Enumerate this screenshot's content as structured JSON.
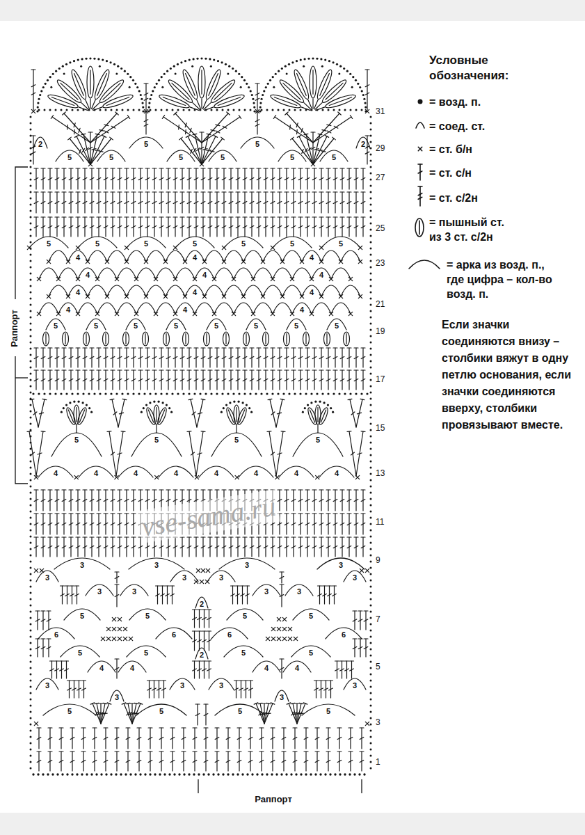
{
  "diagram": {
    "title": "Условные обозначения:",
    "labels": [
      "1",
      "3",
      "5",
      "7",
      "9",
      "11",
      "13",
      "15",
      "17",
      "19",
      "21",
      "23",
      "25",
      "27",
      "29",
      "31",
      "Раппорт",
      "Раппорт",
      "vse-sama.ru",
      "Если значки соединяются внизу – столбики вяжут в одну петлю основания, если значки соединяются вверху, столбики провязывают вместе.",
      "5",
      "5",
      "5",
      "5",
      "3",
      "3",
      "3",
      "3",
      "3",
      "3",
      "4",
      "4",
      "4",
      "4",
      "5",
      "5",
      "5",
      "5",
      "2",
      "6",
      "6",
      "6",
      "6",
      "5",
      "5",
      "5",
      "5",
      "2",
      "3",
      "3",
      "3",
      "3",
      "3",
      "3",
      "3",
      "3",
      "3",
      "3",
      "3",
      "3",
      "4",
      "4",
      "4",
      "4",
      "4",
      "4",
      "4",
      "4",
      "5",
      "5",
      "5",
      "5",
      "5",
      "5",
      "5",
      "5",
      "5",
      "5",
      "5",
      "5",
      "4",
      "4",
      "4",
      "4",
      "4",
      "4",
      "4",
      "4",
      "4",
      "4",
      "4",
      "4",
      "5",
      "5",
      "5",
      "5",
      "5",
      "5",
      "5",
      "5",
      "5",
      "5",
      "5",
      "5",
      "5",
      "2",
      "5",
      "5",
      "2"
    ],
    "legend": [
      {
        "text": "= возд. п."
      },
      {
        "text": "= соед. ст."
      },
      {
        "text": "= ст. б/н"
      },
      {
        "text": "= ст. с/н"
      },
      {
        "text": "= ст. с/2н"
      },
      {
        "text": "= пышный ст. из 3 ст. с/2н"
      },
      {
        "text": "= арка из возд. п., где цифра – кол-во возд. п."
      }
    ]
  }
}
